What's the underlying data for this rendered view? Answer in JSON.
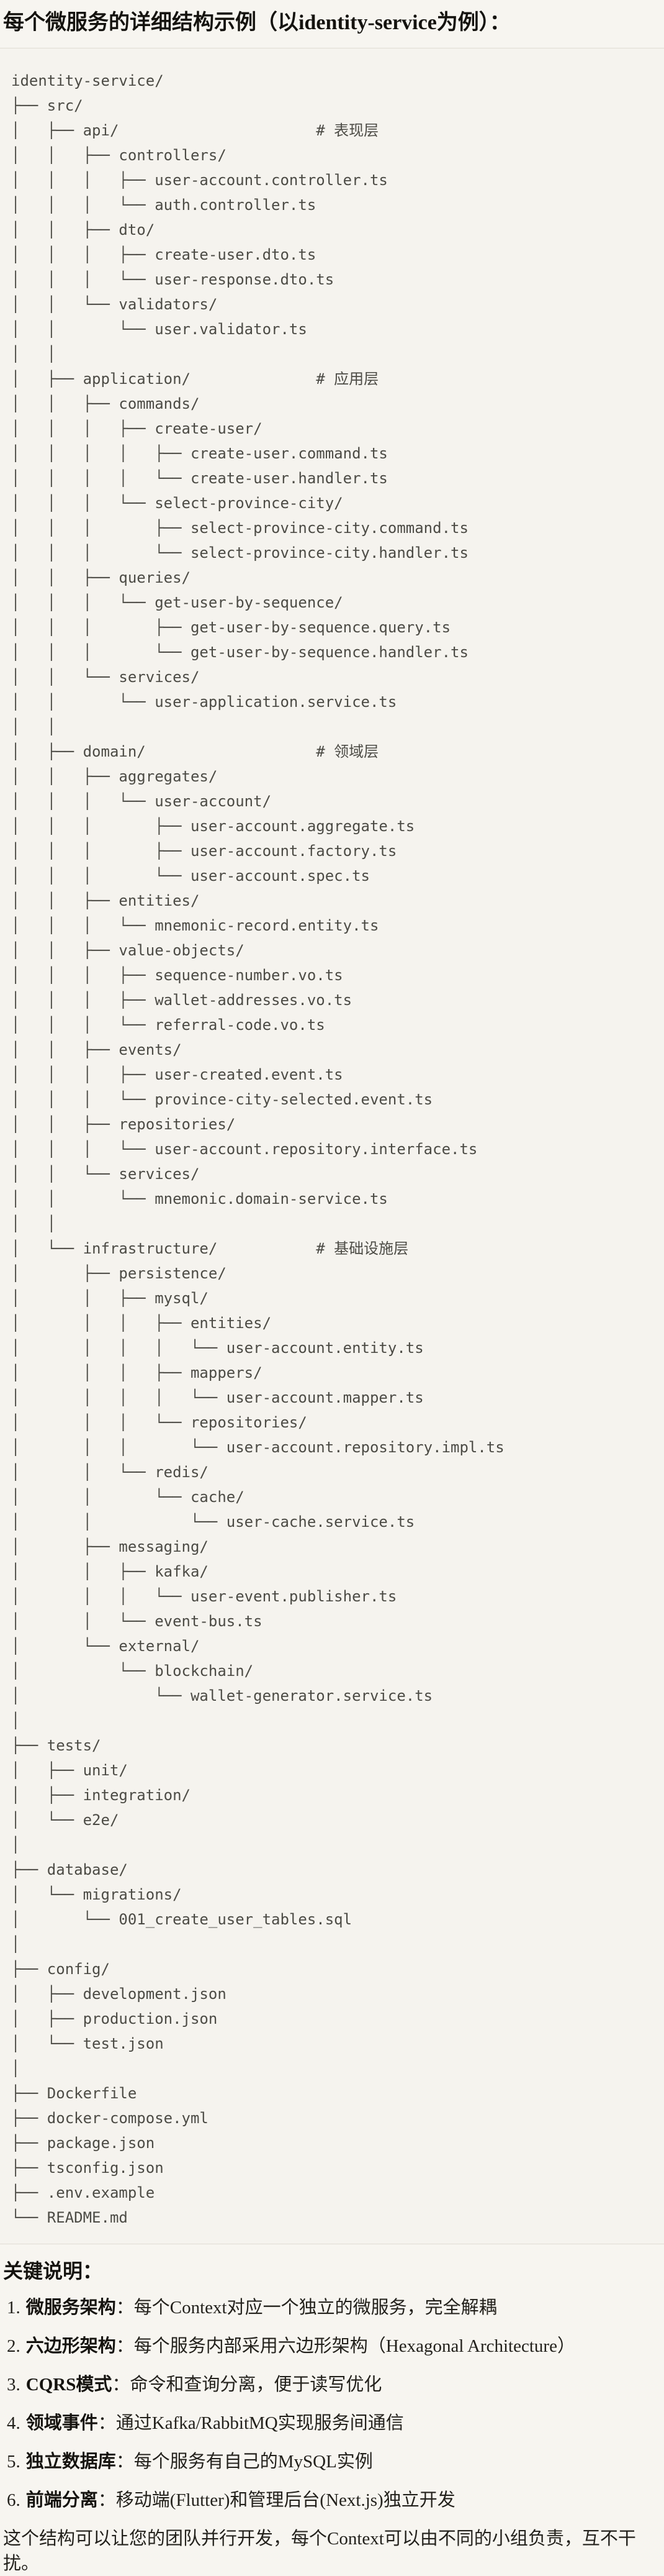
{
  "page": {
    "title": "每个微服务的详细结构示例（以identity-service为例）：",
    "notes_heading": "关键说明：",
    "closing": "这个结构可以让您的团队并行开发，每个Context可以由不同的小组负责，互不干扰。"
  },
  "tree": {
    "root": "identity-service/",
    "layer_comments": [
      "# 表现层",
      "# 应用层",
      "# 领域层",
      "# 基础设施层"
    ],
    "lines": [
      "identity-service/",
      "├── src/",
      "│   ├── api/                      # 表现层",
      "│   │   ├── controllers/",
      "│   │   │   ├── user-account.controller.ts",
      "│   │   │   └── auth.controller.ts",
      "│   │   ├── dto/",
      "│   │   │   ├── create-user.dto.ts",
      "│   │   │   └── user-response.dto.ts",
      "│   │   └── validators/",
      "│   │       └── user.validator.ts",
      "│   │",
      "│   ├── application/              # 应用层",
      "│   │   ├── commands/",
      "│   │   │   ├── create-user/",
      "│   │   │   │   ├── create-user.command.ts",
      "│   │   │   │   └── create-user.handler.ts",
      "│   │   │   └── select-province-city/",
      "│   │   │       ├── select-province-city.command.ts",
      "│   │   │       └── select-province-city.handler.ts",
      "│   │   ├── queries/",
      "│   │   │   └── get-user-by-sequence/",
      "│   │   │       ├── get-user-by-sequence.query.ts",
      "│   │   │       └── get-user-by-sequence.handler.ts",
      "│   │   └── services/",
      "│   │       └── user-application.service.ts",
      "│   │",
      "│   ├── domain/                   # 领域层",
      "│   │   ├── aggregates/",
      "│   │   │   └── user-account/",
      "│   │   │       ├── user-account.aggregate.ts",
      "│   │   │       ├── user-account.factory.ts",
      "│   │   │       └── user-account.spec.ts",
      "│   │   ├── entities/",
      "│   │   │   └── mnemonic-record.entity.ts",
      "│   │   ├── value-objects/",
      "│   │   │   ├── sequence-number.vo.ts",
      "│   │   │   ├── wallet-addresses.vo.ts",
      "│   │   │   └── referral-code.vo.ts",
      "│   │   ├── events/",
      "│   │   │   ├── user-created.event.ts",
      "│   │   │   └── province-city-selected.event.ts",
      "│   │   ├── repositories/",
      "│   │   │   └── user-account.repository.interface.ts",
      "│   │   └── services/",
      "│   │       └── mnemonic.domain-service.ts",
      "│   │",
      "│   └── infrastructure/           # 基础设施层",
      "│       ├── persistence/",
      "│       │   ├── mysql/",
      "│       │   │   ├── entities/",
      "│       │   │   │   └── user-account.entity.ts",
      "│       │   │   ├── mappers/",
      "│       │   │   │   └── user-account.mapper.ts",
      "│       │   │   └── repositories/",
      "│       │   │       └── user-account.repository.impl.ts",
      "│       │   └── redis/",
      "│       │       └── cache/",
      "│       │           └── user-cache.service.ts",
      "│       ├── messaging/",
      "│       │   ├── kafka/",
      "│       │   │   └── user-event.publisher.ts",
      "│       │   └── event-bus.ts",
      "│       └── external/",
      "│           └── blockchain/",
      "│               └── wallet-generator.service.ts",
      "│",
      "├── tests/",
      "│   ├── unit/",
      "│   ├── integration/",
      "│   └── e2e/",
      "│",
      "├── database/",
      "│   └── migrations/",
      "│       └── 001_create_user_tables.sql",
      "│",
      "├── config/",
      "│   ├── development.json",
      "│   ├── production.json",
      "│   └── test.json",
      "│",
      "├── Dockerfile",
      "├── docker-compose.yml",
      "├── package.json",
      "├── tsconfig.json",
      "├── .env.example",
      "└── README.md"
    ]
  },
  "notes": [
    {
      "num": "1.",
      "label": "微服务架构",
      "text": "：每个Context对应一个独立的微服务，完全解耦"
    },
    {
      "num": "2.",
      "label": "六边形架构",
      "text": "：每个服务内部采用六边形架构（Hexagonal Architecture）"
    },
    {
      "num": "3.",
      "label": "CQRS模式",
      "text": "：命令和查询分离，便于读写优化"
    },
    {
      "num": "4.",
      "label": "领域事件",
      "text": "：通过Kafka/RabbitMQ实现服务间通信"
    },
    {
      "num": "5.",
      "label": "独立数据库",
      "text": "：每个服务有自己的MySQL实例"
    },
    {
      "num": "6.",
      "label": "前端分离",
      "text": "：移动端(Flutter)和管理后台(Next.js)独立开发"
    }
  ],
  "colors": {
    "page_bg": "#f7f5f0",
    "code_bg": "#f5f3ee",
    "divider": "#e0ddd4",
    "code_text": "#4c4b45",
    "heading_text": "#15130f",
    "body_text": "#23211c"
  }
}
